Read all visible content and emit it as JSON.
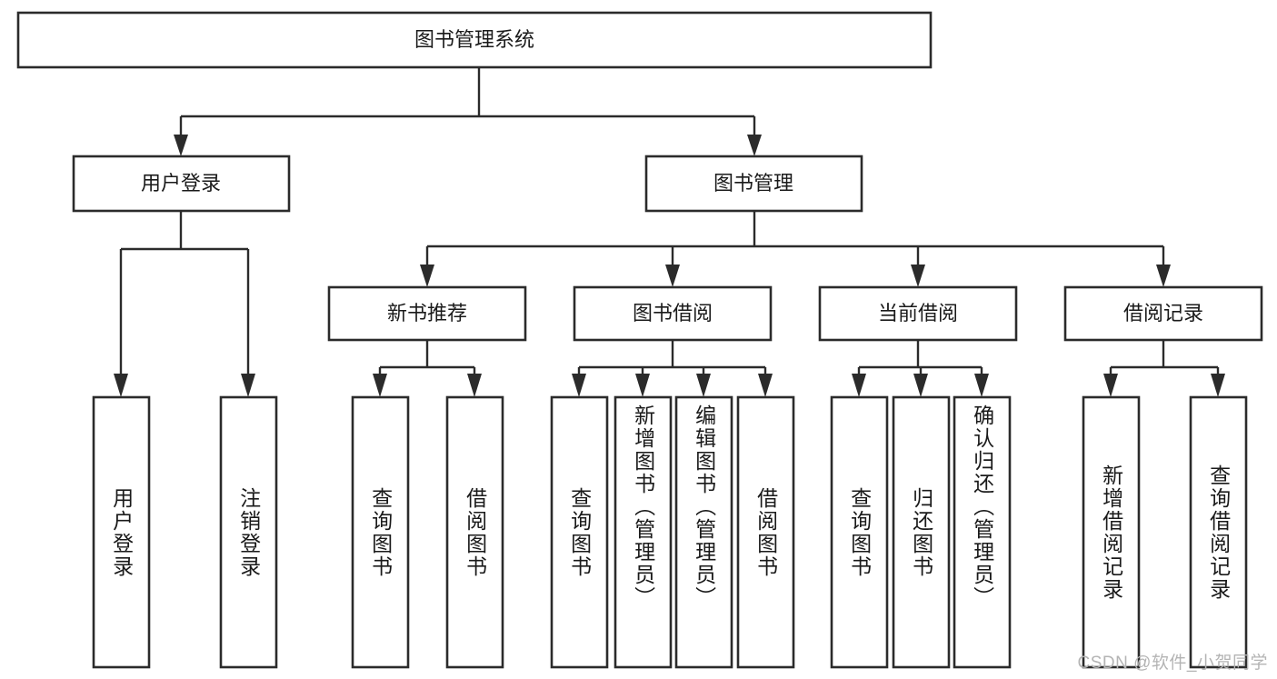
{
  "diagram": {
    "type": "hierarchy-tree",
    "title_node": {
      "label": "图书管理系统"
    },
    "level2": [
      {
        "id": "user-login",
        "label": "用户登录"
      },
      {
        "id": "book-management",
        "label": "图书管理"
      }
    ],
    "level3": [
      {
        "id": "new-book-recommend",
        "label": "新书推荐"
      },
      {
        "id": "book-borrow",
        "label": "图书借阅"
      },
      {
        "id": "current-borrow",
        "label": "当前借阅"
      },
      {
        "id": "borrow-record",
        "label": "借阅记录"
      }
    ],
    "leaves": {
      "user_login": [
        {
          "id": "leaf-user-login",
          "label": "用户登录"
        },
        {
          "id": "leaf-logout-login",
          "label": "注销登录"
        }
      ],
      "new_book_recommend": [
        {
          "id": "leaf-query-book-1",
          "label": "查询图书"
        },
        {
          "id": "leaf-borrow-book-1",
          "label": "借阅图书"
        }
      ],
      "book_borrow": [
        {
          "id": "leaf-query-book-2",
          "label": "查询图书"
        },
        {
          "id": "leaf-add-book",
          "label": "新增图书（管理员）"
        },
        {
          "id": "leaf-edit-book",
          "label": "编辑图书（管理员）"
        },
        {
          "id": "leaf-borrow-book-2",
          "label": "借阅图书"
        }
      ],
      "current_borrow": [
        {
          "id": "leaf-query-book-3",
          "label": "查询图书"
        },
        {
          "id": "leaf-return-book",
          "label": "归还图书"
        },
        {
          "id": "leaf-confirm-return",
          "label": "确认归还（管理员）"
        }
      ],
      "borrow_record": [
        {
          "id": "leaf-add-record",
          "label": "新增借阅记录"
        },
        {
          "id": "leaf-query-record",
          "label": "查询借阅记录"
        }
      ]
    }
  },
  "watermark": {
    "text": "CSDN @软件_小贺同学"
  },
  "colors": {
    "box_stroke": "#2b2b2b",
    "box_fill": "#ffffff",
    "text": "#1a1a1a",
    "connector": "#2b2b2b",
    "watermark": "#b4b4b4",
    "background": "#ffffff"
  }
}
